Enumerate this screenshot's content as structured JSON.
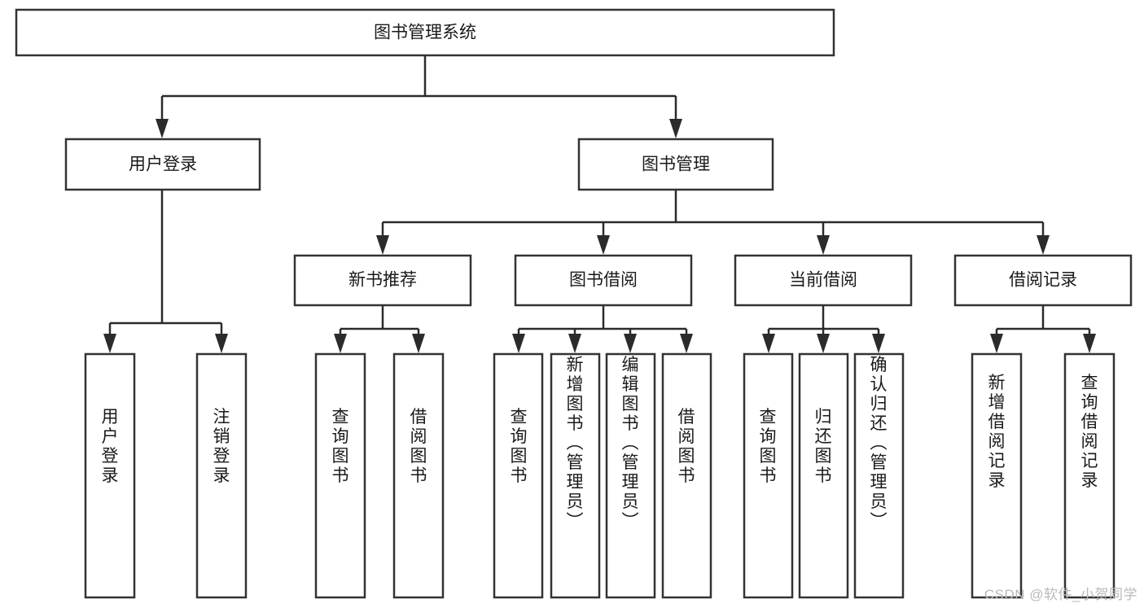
{
  "diagram": {
    "type": "tree",
    "title": "图书管理系统",
    "orientation": "top-down",
    "levels": 4,
    "root": {
      "id": "root",
      "label": "图书管理系统",
      "text_orientation": "horizontal"
    },
    "level2": [
      {
        "id": "user-login",
        "label": "用户登录",
        "text_orientation": "horizontal"
      },
      {
        "id": "book-manage",
        "label": "图书管理",
        "text_orientation": "horizontal"
      }
    ],
    "level3": [
      {
        "id": "new-book-rec",
        "label": "新书推荐",
        "text_orientation": "horizontal",
        "parent": "book-manage"
      },
      {
        "id": "book-borrow",
        "label": "图书借阅",
        "text_orientation": "horizontal",
        "parent": "book-manage"
      },
      {
        "id": "current-borrow",
        "label": "当前借阅",
        "text_orientation": "horizontal",
        "parent": "book-manage"
      },
      {
        "id": "borrow-record",
        "label": "借阅记录",
        "text_orientation": "horizontal",
        "parent": "book-manage"
      }
    ],
    "leaves": [
      {
        "id": "leaf-user-login",
        "label": "用户登录",
        "parent": "user-login",
        "text_orientation": "vertical"
      },
      {
        "id": "leaf-logout",
        "label": "注销登录",
        "parent": "user-login",
        "text_orientation": "vertical"
      },
      {
        "id": "leaf-query-book-1",
        "label": "查询图书",
        "parent": "new-book-rec",
        "text_orientation": "vertical"
      },
      {
        "id": "leaf-borrow-book-1",
        "label": "借阅图书",
        "parent": "new-book-rec",
        "text_orientation": "vertical"
      },
      {
        "id": "leaf-query-book-2",
        "label": "查询图书",
        "parent": "book-borrow",
        "text_orientation": "vertical"
      },
      {
        "id": "leaf-add-book",
        "label": "新增图书（管理员）",
        "parent": "book-borrow",
        "text_orientation": "vertical"
      },
      {
        "id": "leaf-edit-book",
        "label": "编辑图书（管理员）",
        "parent": "book-borrow",
        "text_orientation": "vertical"
      },
      {
        "id": "leaf-borrow-book-2",
        "label": "借阅图书",
        "parent": "book-borrow",
        "text_orientation": "vertical"
      },
      {
        "id": "leaf-query-book-3",
        "label": "查询图书",
        "parent": "current-borrow",
        "text_orientation": "vertical"
      },
      {
        "id": "leaf-return-book",
        "label": "归还图书",
        "parent": "current-borrow",
        "text_orientation": "vertical"
      },
      {
        "id": "leaf-confirm-return",
        "label": "确认归还（管理员）",
        "parent": "current-borrow",
        "text_orientation": "vertical"
      },
      {
        "id": "leaf-add-record",
        "label": "新增借阅记录",
        "parent": "borrow-record",
        "text_orientation": "vertical"
      },
      {
        "id": "leaf-query-record",
        "label": "查询借阅记录",
        "parent": "borrow-record",
        "text_orientation": "vertical"
      }
    ],
    "colors": {
      "box_fill": "#ffffff",
      "box_stroke": "#333333",
      "connector": "#2b2b2b",
      "text": "#1a1a1a",
      "background": "#ffffff",
      "watermark": "#b9b9b9"
    }
  },
  "watermark": {
    "text": "CSDN @软件_小贺同学"
  }
}
